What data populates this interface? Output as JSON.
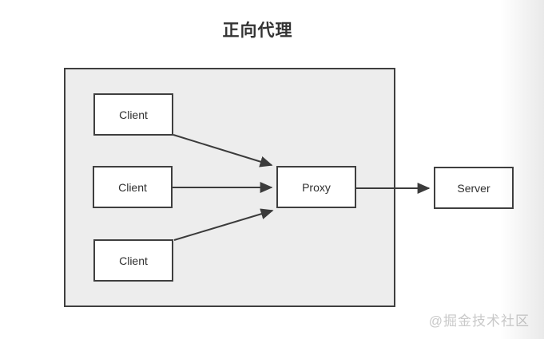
{
  "title": "正向代理",
  "diagram": {
    "container": {
      "name": "forward-proxy-boundary"
    },
    "clients": [
      {
        "label": "Client"
      },
      {
        "label": "Client"
      },
      {
        "label": "Client"
      }
    ],
    "proxy": {
      "label": "Proxy"
    },
    "server": {
      "label": "Server"
    },
    "edges": [
      {
        "from": "client-1",
        "to": "proxy"
      },
      {
        "from": "client-2",
        "to": "proxy"
      },
      {
        "from": "client-3",
        "to": "proxy"
      },
      {
        "from": "proxy",
        "to": "server"
      }
    ]
  },
  "watermark": "@掘金技术社区",
  "colors": {
    "box_border": "#3f3f3f",
    "container_fill": "#ededed",
    "arrow": "#3b3b3b",
    "title_text": "#333333",
    "node_text": "#2f2f2f",
    "watermark_text": "#c9c9c9"
  }
}
